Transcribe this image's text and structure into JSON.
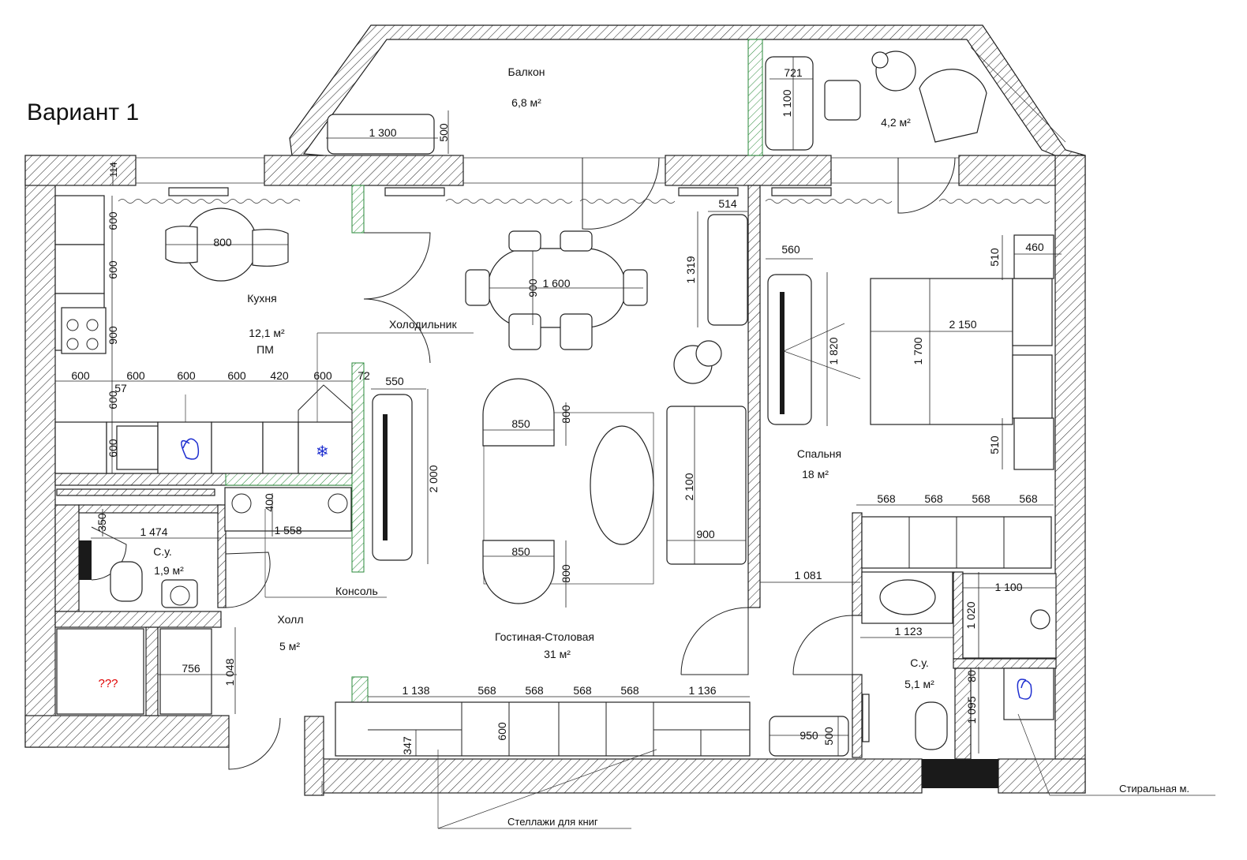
{
  "title": "Вариант 1",
  "rooms": {
    "balcony": {
      "name": "Балкон",
      "area": "6,8 м²"
    },
    "balcony2": {
      "area": "4,2 м²"
    },
    "kitchen": {
      "name": "Кухня",
      "area": "12,1 м²",
      "note": "ПМ"
    },
    "bath1": {
      "name": "С.у.",
      "area": "1,9 м²"
    },
    "hall": {
      "name": "Холл",
      "area": "5 м²"
    },
    "living": {
      "name": "Гостиная-Столовая",
      "area": "31 м²"
    },
    "bedroom": {
      "name": "Спальня",
      "area": "18 м²"
    },
    "bath2": {
      "name": "С.у.",
      "area": "5,1 м²"
    },
    "storage": {
      "name": "???"
    }
  },
  "callouts": {
    "fridge": "Холодильник",
    "console": "Консоль",
    "shelves": "Стеллажи для книг",
    "washer": "Стиральная м."
  },
  "dims": {
    "d1300": "1 300",
    "d500a": "500",
    "d721": "721",
    "d1100a": "1 100",
    "d114": "114",
    "d600v1": "600",
    "d600v2": "600",
    "d900v": "900",
    "d800": "800",
    "d600h1": "600",
    "d600h2": "600",
    "d600h3": "600",
    "d600h4": "600",
    "d420": "420",
    "d600h5": "600",
    "d72": "72",
    "d600v3": "600",
    "d57": "57",
    "d600v4": "600",
    "d550": "550",
    "d2000": "2 000",
    "d350": "350",
    "d1474": "1 474",
    "d400": "400",
    "d1558": "1 558",
    "d756": "756",
    "d1048": "1 048",
    "d1600": "1 600",
    "d900t": "900",
    "d850a": "850",
    "d800a": "800",
    "d850b": "850",
    "d800b": "800",
    "d514": "514",
    "d1319": "1 319",
    "d2100": "2 100",
    "d900s": "900",
    "d560": "560",
    "d1820": "1 820",
    "d510a": "510",
    "d460": "460",
    "d2150": "2 150",
    "d1700": "1 700",
    "d510b": "510",
    "d568_1": "568",
    "d568_2": "568",
    "d568_3": "568",
    "d568_4": "568",
    "d1081": "1 081",
    "d1100b": "1 100",
    "d1020": "1 020",
    "d1123": "1 123",
    "d80": "80",
    "d1095": "1 095",
    "d950": "950",
    "d500b": "500",
    "d1138": "1 138",
    "d568_5": "568",
    "d568_6": "568",
    "d568_7": "568",
    "d568_8": "568",
    "d1136": "1 136",
    "d347": "347",
    "d600sh": "600"
  },
  "colors": {
    "wall_hatch": "#222222",
    "partition_hatch": "#2a8a3a",
    "sink_mark": "#1f2fd0",
    "question_mark": "#e00000",
    "snow": "#1f2fd0"
  }
}
